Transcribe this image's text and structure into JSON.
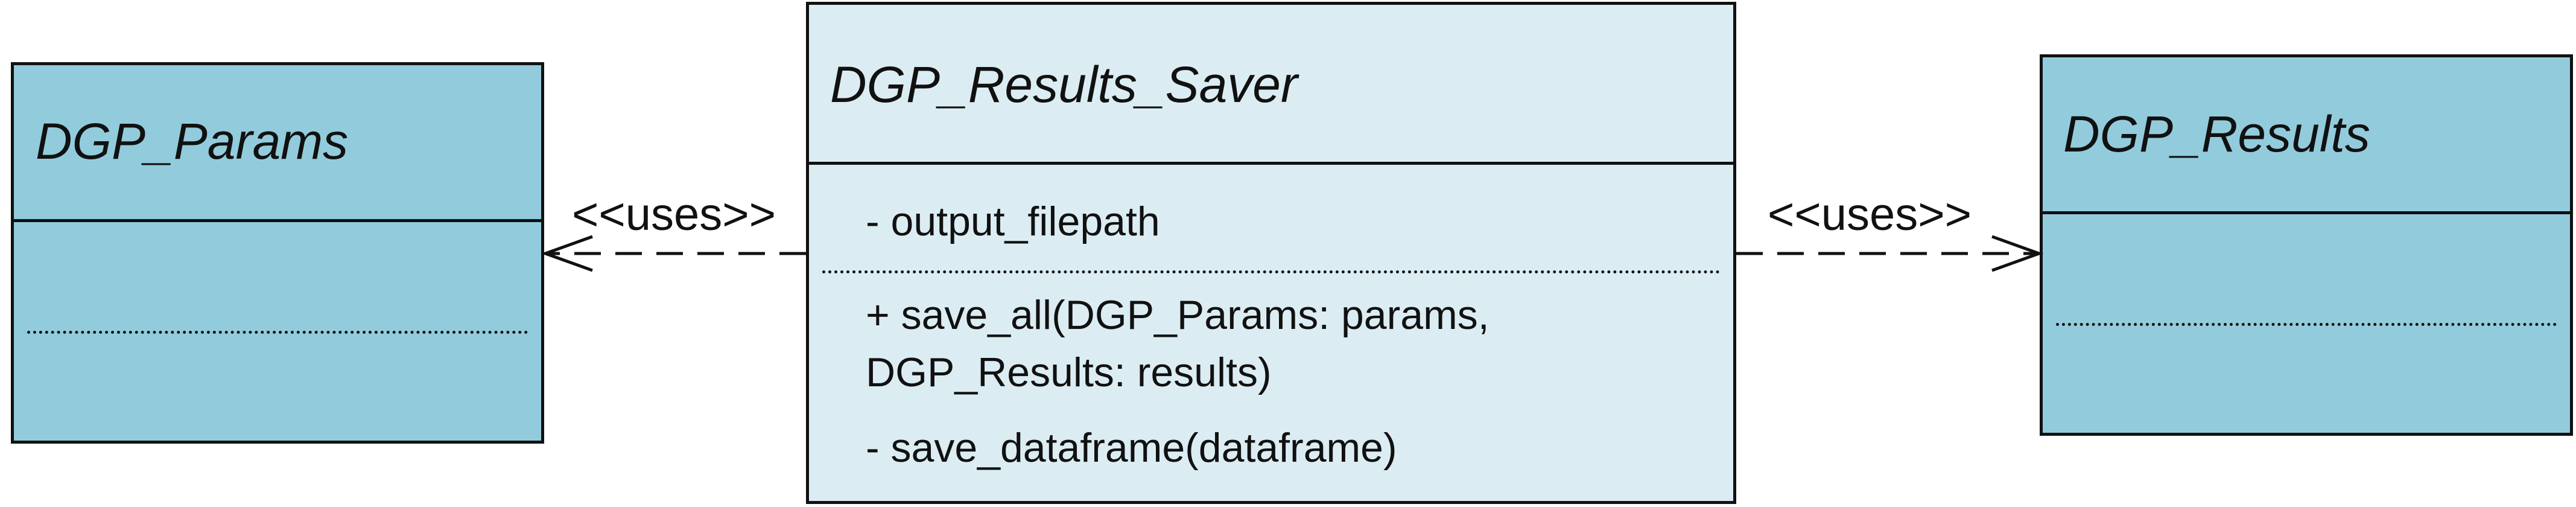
{
  "classes": {
    "params": {
      "name": "DGP_Params"
    },
    "saver": {
      "name": "DGP_Results_Saver",
      "attributes": [
        "- output_filepath"
      ],
      "operations": [
        "+  save_all(DGP_Params: params,",
        "DGP_Results: results)",
        "- save_dataframe(dataframe)"
      ]
    },
    "results": {
      "name": "DGP_Results"
    }
  },
  "relations": {
    "left_label": "<<uses>>",
    "right_label": "<<uses>>"
  },
  "colors": {
    "class_fill_dark": "#92ccdc",
    "class_fill_light": "#dbedf3",
    "line": "#111111"
  }
}
